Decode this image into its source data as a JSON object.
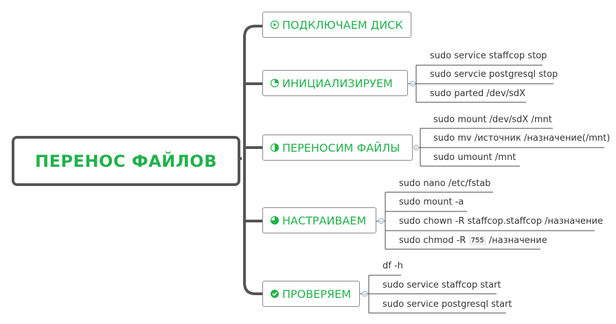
{
  "root": {
    "label": "ПЕРЕНОС ФАЙЛОВ"
  },
  "colors": {
    "accent": "#22b14c",
    "connector": "#555555",
    "leaf_line": "#444444"
  },
  "branches": [
    {
      "id": "connect",
      "label": "ПОДКЛЮЧАЕМ ДИСК",
      "icon": "progress-start-icon",
      "children": []
    },
    {
      "id": "init",
      "label": "ИНИЦИАЛИЗИРУЕМ",
      "icon": "progress-quarter-icon",
      "children": [
        "sudo service staffcop stop",
        "sudo servcie postgresql stop",
        "sudo parted /dev/sdX"
      ]
    },
    {
      "id": "move",
      "label": "ПЕРЕНОСИМ ФАЙЛЫ",
      "icon": "progress-half-icon",
      "children": [
        "sudo mount /dev/sdX /mnt",
        "sudo mv /источник /назначение(/mnt)",
        "sudo umount /mnt"
      ]
    },
    {
      "id": "configure",
      "label": "НАСТРАИВАЕМ",
      "icon": "progress-three-quarter-icon",
      "children": [
        "sudo nano /etc/fstab",
        "sudo mount -a",
        "sudo chown -R staffcop.staffcop /назначение"
      ],
      "chmod": {
        "prefix": "sudo chmod -R",
        "mode": "755",
        "suffix": "/назначение"
      }
    },
    {
      "id": "verify",
      "label": "ПРОВЕРЯЕМ",
      "icon": "check-circle-icon",
      "children": [
        "df -h",
        "sudo service staffcop start",
        "sudo service postgresql start"
      ]
    }
  ]
}
